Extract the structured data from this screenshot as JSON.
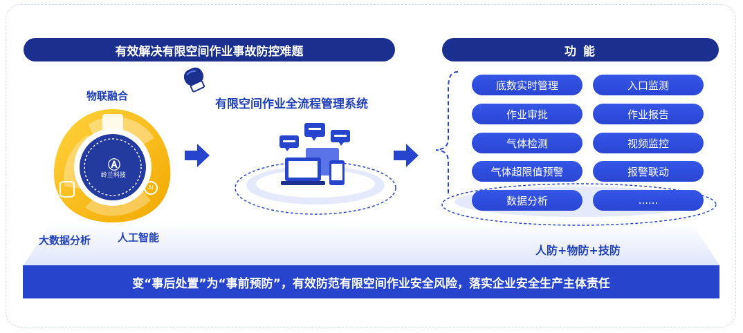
{
  "left_banner": "有效解决有限空间作业事故防控难题",
  "right_banner": "功 能",
  "system_title": "有限空间作业全流程管理系统",
  "logo_text": "岭兰科技",
  "labels": {
    "iot": "物联融合",
    "bigdata": "大数据分析",
    "ai": "人工智能"
  },
  "functions": [
    "底数实时管理",
    "入口监测",
    "作业审批",
    "作业报告",
    "气体检测",
    "视频监控",
    "气体超限值预警",
    "报警联动",
    "数据分析",
    "......"
  ],
  "defense": "人防+物防+技防",
  "bottom_statement": "变“事后处置”为“事前预防”，有效防范有限空间作业安全风险，落实企业安全生产主体责任",
  "colors": {
    "navy": "#1b2f8f",
    "blue": "#2744cc",
    "yellow": "#f5b800"
  }
}
